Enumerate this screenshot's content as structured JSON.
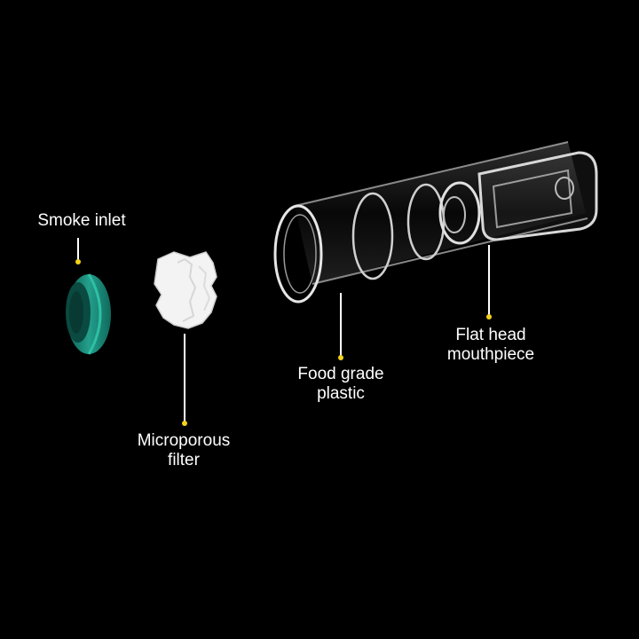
{
  "colors": {
    "background": "#000000",
    "label_text": "#ffffff",
    "leader_dot": "#f2d21a",
    "inlet_ring": "#1f8a78",
    "filter": "#f2f2f2",
    "tube_edge": "#d9d9d9"
  },
  "labels": {
    "smoke_inlet": "Smoke inlet",
    "microporous_line1": "Microporous",
    "microporous_line2": "filter",
    "food_grade_line1": "Food grade",
    "food_grade_line2": "plastic",
    "flat_head_line1": "Flat head",
    "flat_head_line2": "mouthpiece"
  }
}
